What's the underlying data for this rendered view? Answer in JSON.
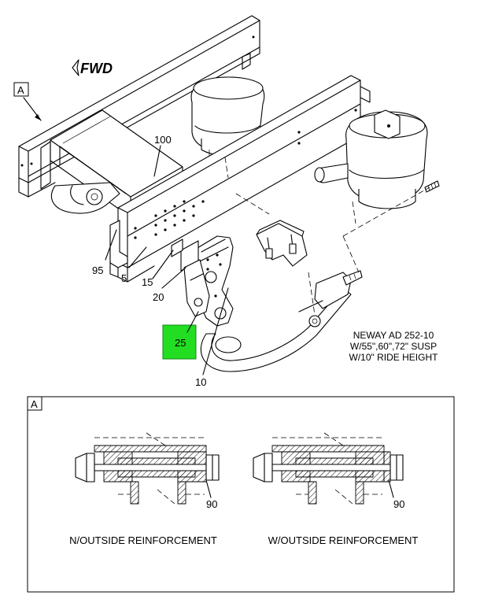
{
  "direction_label": "FWD",
  "view_marker": "A",
  "detail_marker": "A",
  "callouts": {
    "c100": "100",
    "c95": "95",
    "c5": "5",
    "c15": "15",
    "c20": "20",
    "c25": "25",
    "c10": "10",
    "c90_left": "90",
    "c90_right": "90"
  },
  "suspension_note": {
    "line1": "NEWAY AD 252-10",
    "line2": "W/55\",60\",72\" SUSP",
    "line3": "W/10\" RIDE HEIGHT"
  },
  "detail_captions": {
    "left": "N/OUTSIDE REINFORCEMENT",
    "right": "W/OUTSIDE REINFORCEMENT"
  },
  "colors": {
    "highlight": "#22dd22",
    "line": "#000000"
  }
}
